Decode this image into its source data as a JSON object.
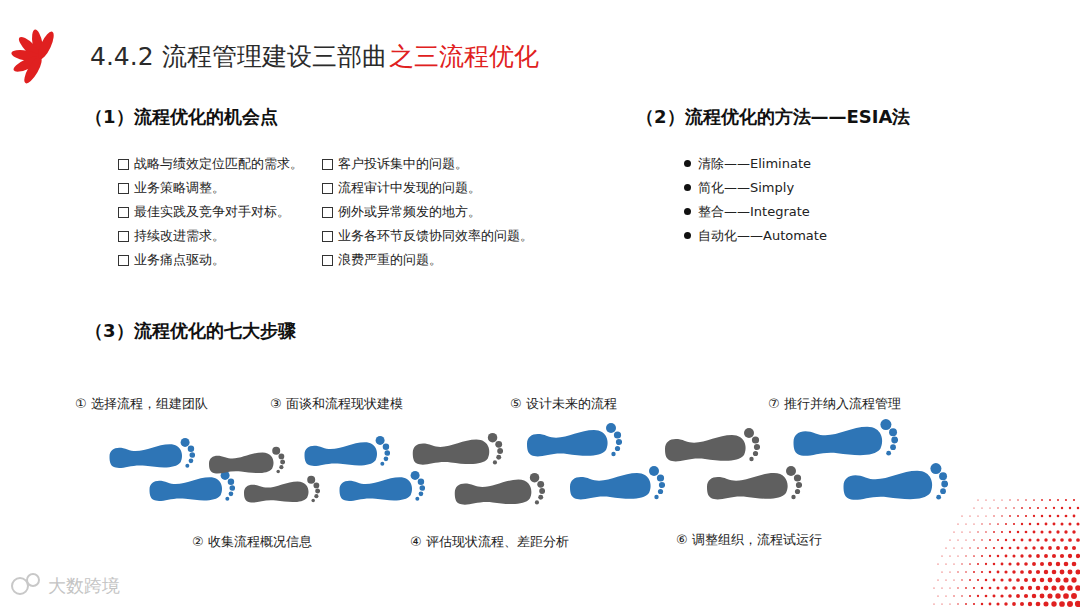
{
  "diagram": {
    "title": "4.4.2 流程管理建设三部曲",
    "labels": [
      "之三流程优化",
      "（1）流程优化的机会点",
      "战略与绩效定位匹配的需求。",
      "业务策略调整。",
      "最佳实践及竞争对手对标。",
      "持续改进需求。",
      "业务痛点驱动。",
      "客户投诉集中的问题。",
      "流程审计中发现的问题。",
      "例外或异常频发的地方。",
      "业务各环节反馈协同效率的问题。",
      "浪费严重的问题。",
      "（2）流程优化的方法——ESIA法",
      "清除——Eliminate",
      "简化——Simply",
      "整合——Integrate",
      "自动化——Automate",
      "（3）流程优化的七大步骤",
      "① 选择流程，组建团队",
      "③ 面谈和流程现状建模",
      "⑤ 设计未来的流程",
      "⑦ 推行并纳入流程管理",
      "② 收集流程概况信息",
      "④ 评估现状流程、差距分析",
      "⑥ 调整组织，流程试运行",
      "大数跨境"
    ]
  }
}
